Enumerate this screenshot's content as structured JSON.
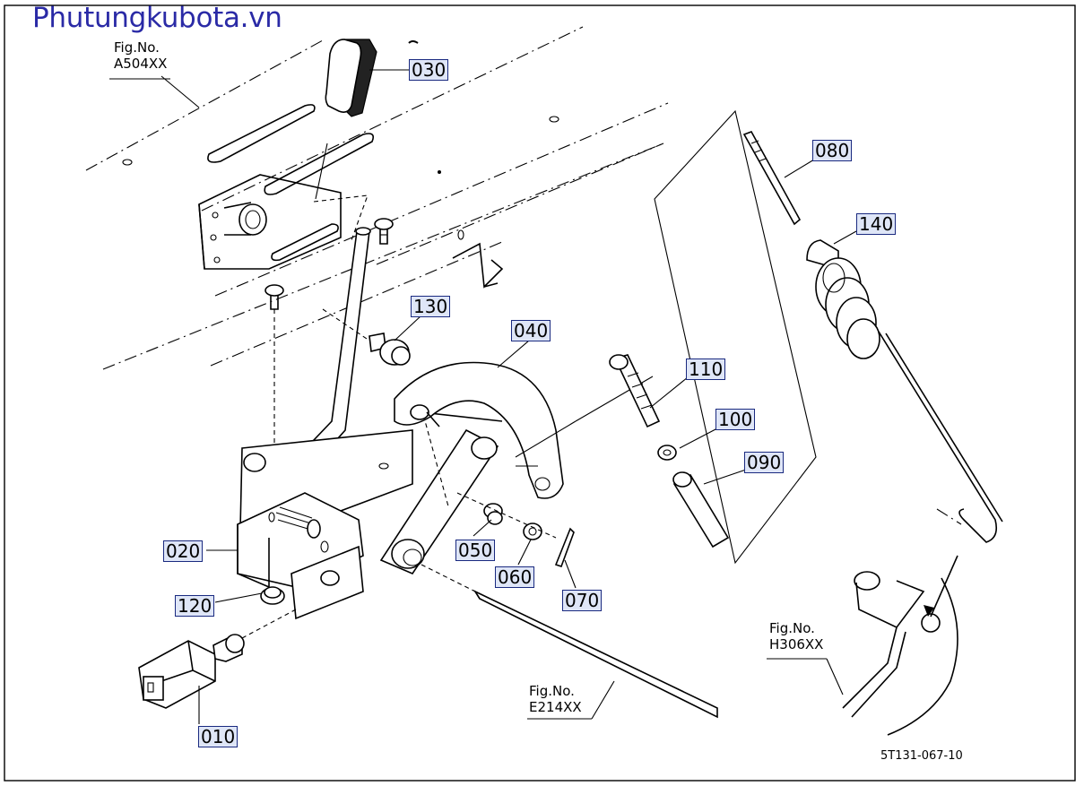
{
  "brand": "Phutungkubota.vn",
  "figure_code": "5T131-067-10",
  "fig_refs": [
    {
      "label": "Fig.No.",
      "number": "A504XX"
    },
    {
      "label": "Fig.No.",
      "number": "E214XX"
    },
    {
      "label": "Fig.No.",
      "number": "H306XX"
    }
  ],
  "parts": [
    "010",
    "020",
    "030",
    "040",
    "050",
    "060",
    "070",
    "080",
    "090",
    "100",
    "110",
    "120",
    "130",
    "140"
  ],
  "colors": {
    "brand_text": "#2a2aa6",
    "part_label_bg": "#dfe6f7",
    "part_label_border": "#1a2a80"
  }
}
